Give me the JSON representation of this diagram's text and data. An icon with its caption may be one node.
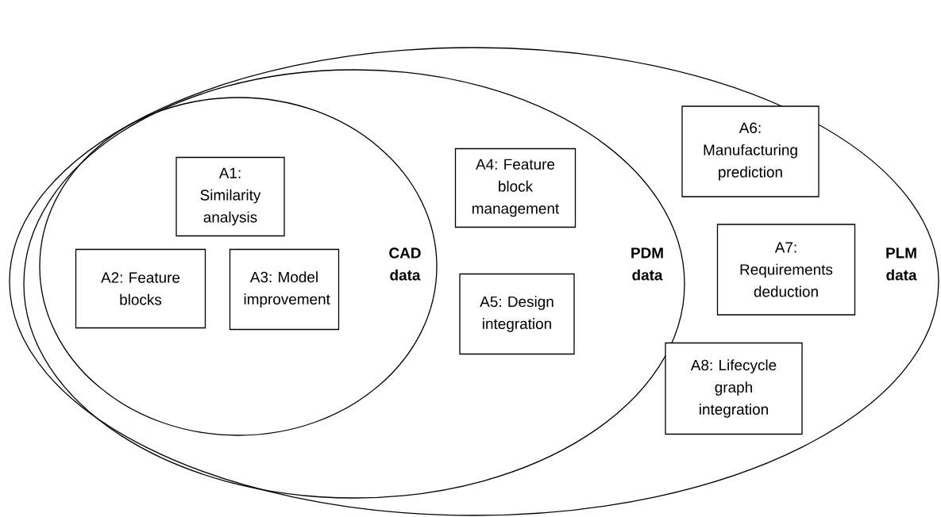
{
  "diagram": {
    "nodes": [
      {
        "text": [
          "PLM data"
        ]
      },
      {
        "text": [
          "PDM data"
        ],
        "in": 0
      },
      {
        "text": [
          "CAD data"
        ],
        "in": 1
      },
      {
        "text": [
          "A1: Similarity analysis"
        ],
        "in": 2
      },
      {
        "text": [
          "A2: Feature blocks"
        ],
        "in": 2
      },
      {
        "text": [
          "A3: Model improvement"
        ],
        "in": 2
      },
      {
        "text": [
          "A4: Feature block management"
        ],
        "in": 1
      },
      {
        "text": [
          "A5: Design integration"
        ],
        "in": 1
      },
      {
        "text": [
          "A6: Manufacturing prediction"
        ],
        "in": 0
      },
      {
        "text": [
          "A7: Requirements deduction"
        ],
        "in": 0
      },
      {
        "text": [
          "A8: Lifecycle graph integration"
        ],
        "in": 0
      }
    ],
    "edges": []
  }
}
